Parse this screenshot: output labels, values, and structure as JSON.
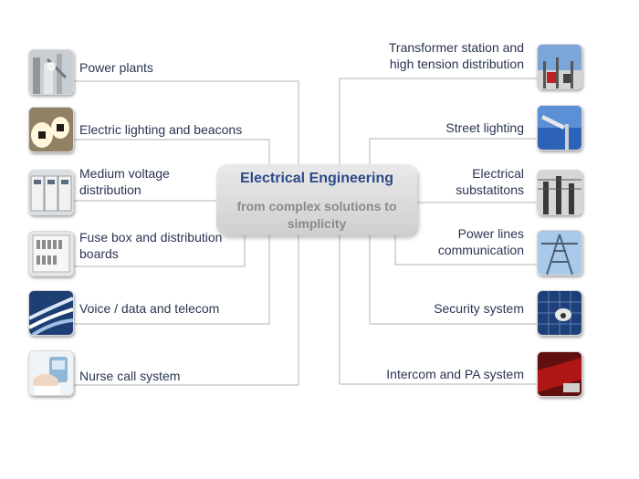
{
  "hub": {
    "title": "Electrical Engineering",
    "subtitle": "from complex solutions to simplicity"
  },
  "left_items": [
    {
      "label": "Power plants",
      "icon": "power-plant-icon"
    },
    {
      "label": "Electric lighting and beacons",
      "icon": "wall-lights-icon"
    },
    {
      "label": "Medium voltage distribution",
      "icon": "switchgear-icon"
    },
    {
      "label": "Fuse box and distribution boards",
      "icon": "distribution-board-icon"
    },
    {
      "label": "Voice / data and telecom",
      "icon": "network-cables-icon"
    },
    {
      "label": "Nurse call system",
      "icon": "nurse-call-icon"
    }
  ],
  "right_items": [
    {
      "label": "Transformer station and high tension distribution",
      "icon": "transformer-station-icon"
    },
    {
      "label": "Street lighting",
      "icon": "street-lamp-icon"
    },
    {
      "label": "Electrical substatitons",
      "icon": "substation-icon"
    },
    {
      "label": "Power lines communication",
      "icon": "power-pylon-icon"
    },
    {
      "label": "Security system",
      "icon": "security-camera-icon"
    },
    {
      "label": "Intercom and PA system",
      "icon": "intercom-device-icon"
    }
  ],
  "colors": {
    "line": "#b3b3b3",
    "label": "#2a3552",
    "hub_title": "#2c4a8a",
    "hub_subtitle": "#8a8a8a"
  }
}
